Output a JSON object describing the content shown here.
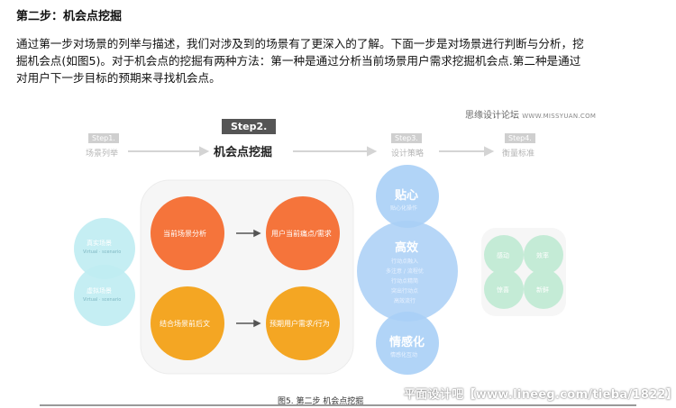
{
  "heading": "第二步：机会点挖掘",
  "paragraph": {
    "line1": "通过第一步对场景的列举与描述，我们对涉及到的场景有了更深入的了解。下面一步是对场景进行判断与分析，挖",
    "line2": "掘机会点(如图5)。对于机会点的挖掘有两种方法：第一种是通过分析当前场景用户需求挖掘机会点.第二种是通过",
    "line3": "对用户下一步目标的预期来寻找机会点。"
  },
  "watermark_site": {
    "cn": "思缘设计论坛",
    "en": "WWW.MISSYUAN.COM"
  },
  "steps": [
    {
      "tag": "Step1.",
      "label": "场景列举"
    },
    {
      "tag": "Step2.",
      "label": "机会点挖掘"
    },
    {
      "tag": "Step3.",
      "label": "设计策略"
    },
    {
      "tag": "Step4.",
      "label": "衡量标准"
    }
  ],
  "left_circles": [
    {
      "title": "真实场景",
      "sub": "Virtual · scenario"
    },
    {
      "title": "虚拟场景",
      "sub": "Virtual · scenario"
    }
  ],
  "center_cards": [
    {
      "label": "当前场景分析"
    },
    {
      "label": "用户当前痛点/需求"
    },
    {
      "label": "结合场景前后文"
    },
    {
      "label": "预期用户需求/行为"
    }
  ],
  "strategy": {
    "top": {
      "title": "贴心",
      "sub": "贴心化操作"
    },
    "middle": {
      "title": "高效",
      "items": [
        "行动点融入",
        "多注意 / 流程优",
        "行动点精简",
        "突出行动点",
        "高效流行"
      ]
    },
    "bottom": {
      "title": "情感化",
      "sub": "情感化互动"
    }
  },
  "metrics": [
    "感动",
    "效率",
    "惊喜",
    "新鲜"
  ],
  "caption": "图5. 第二步 机会点挖掘",
  "watermark_bottom": "平面设计吧【www.lineeg.com/tieba/1822】",
  "colors": {
    "orange": "#f5743b",
    "amber": "#f4a623",
    "teal": "#a8e3ec",
    "blue": "#9cc8f5",
    "green": "#c4ebd6"
  }
}
